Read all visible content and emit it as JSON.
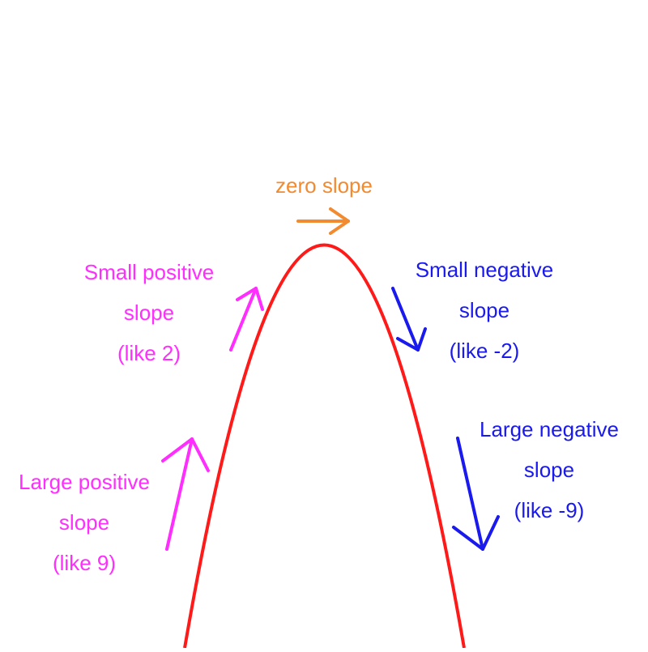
{
  "colors": {
    "curve": "#ff1a1a",
    "zero": "#f28a30",
    "positive": "#ff2eff",
    "negative": "#1a1aee"
  },
  "icons": {
    "zero": "arrow-right-icon",
    "small_positive": "arrow-up-right-icon",
    "large_positive": "arrow-up-icon",
    "small_negative": "arrow-down-right-icon",
    "large_negative": "arrow-down-icon"
  },
  "labels": {
    "zero": "zero slope",
    "small_positive": {
      "line1": "Small positive",
      "line2": "slope",
      "line3": "(like 2)"
    },
    "large_positive": {
      "line1": "Large positive",
      "line2": "slope",
      "line3": "(like 9)"
    },
    "small_negative": {
      "line1": "Small negative",
      "line2": "slope",
      "line3": "(like -2)"
    },
    "large_negative": {
      "line1": "Large negative",
      "line2": "slope",
      "line3": "(like -9)"
    }
  }
}
